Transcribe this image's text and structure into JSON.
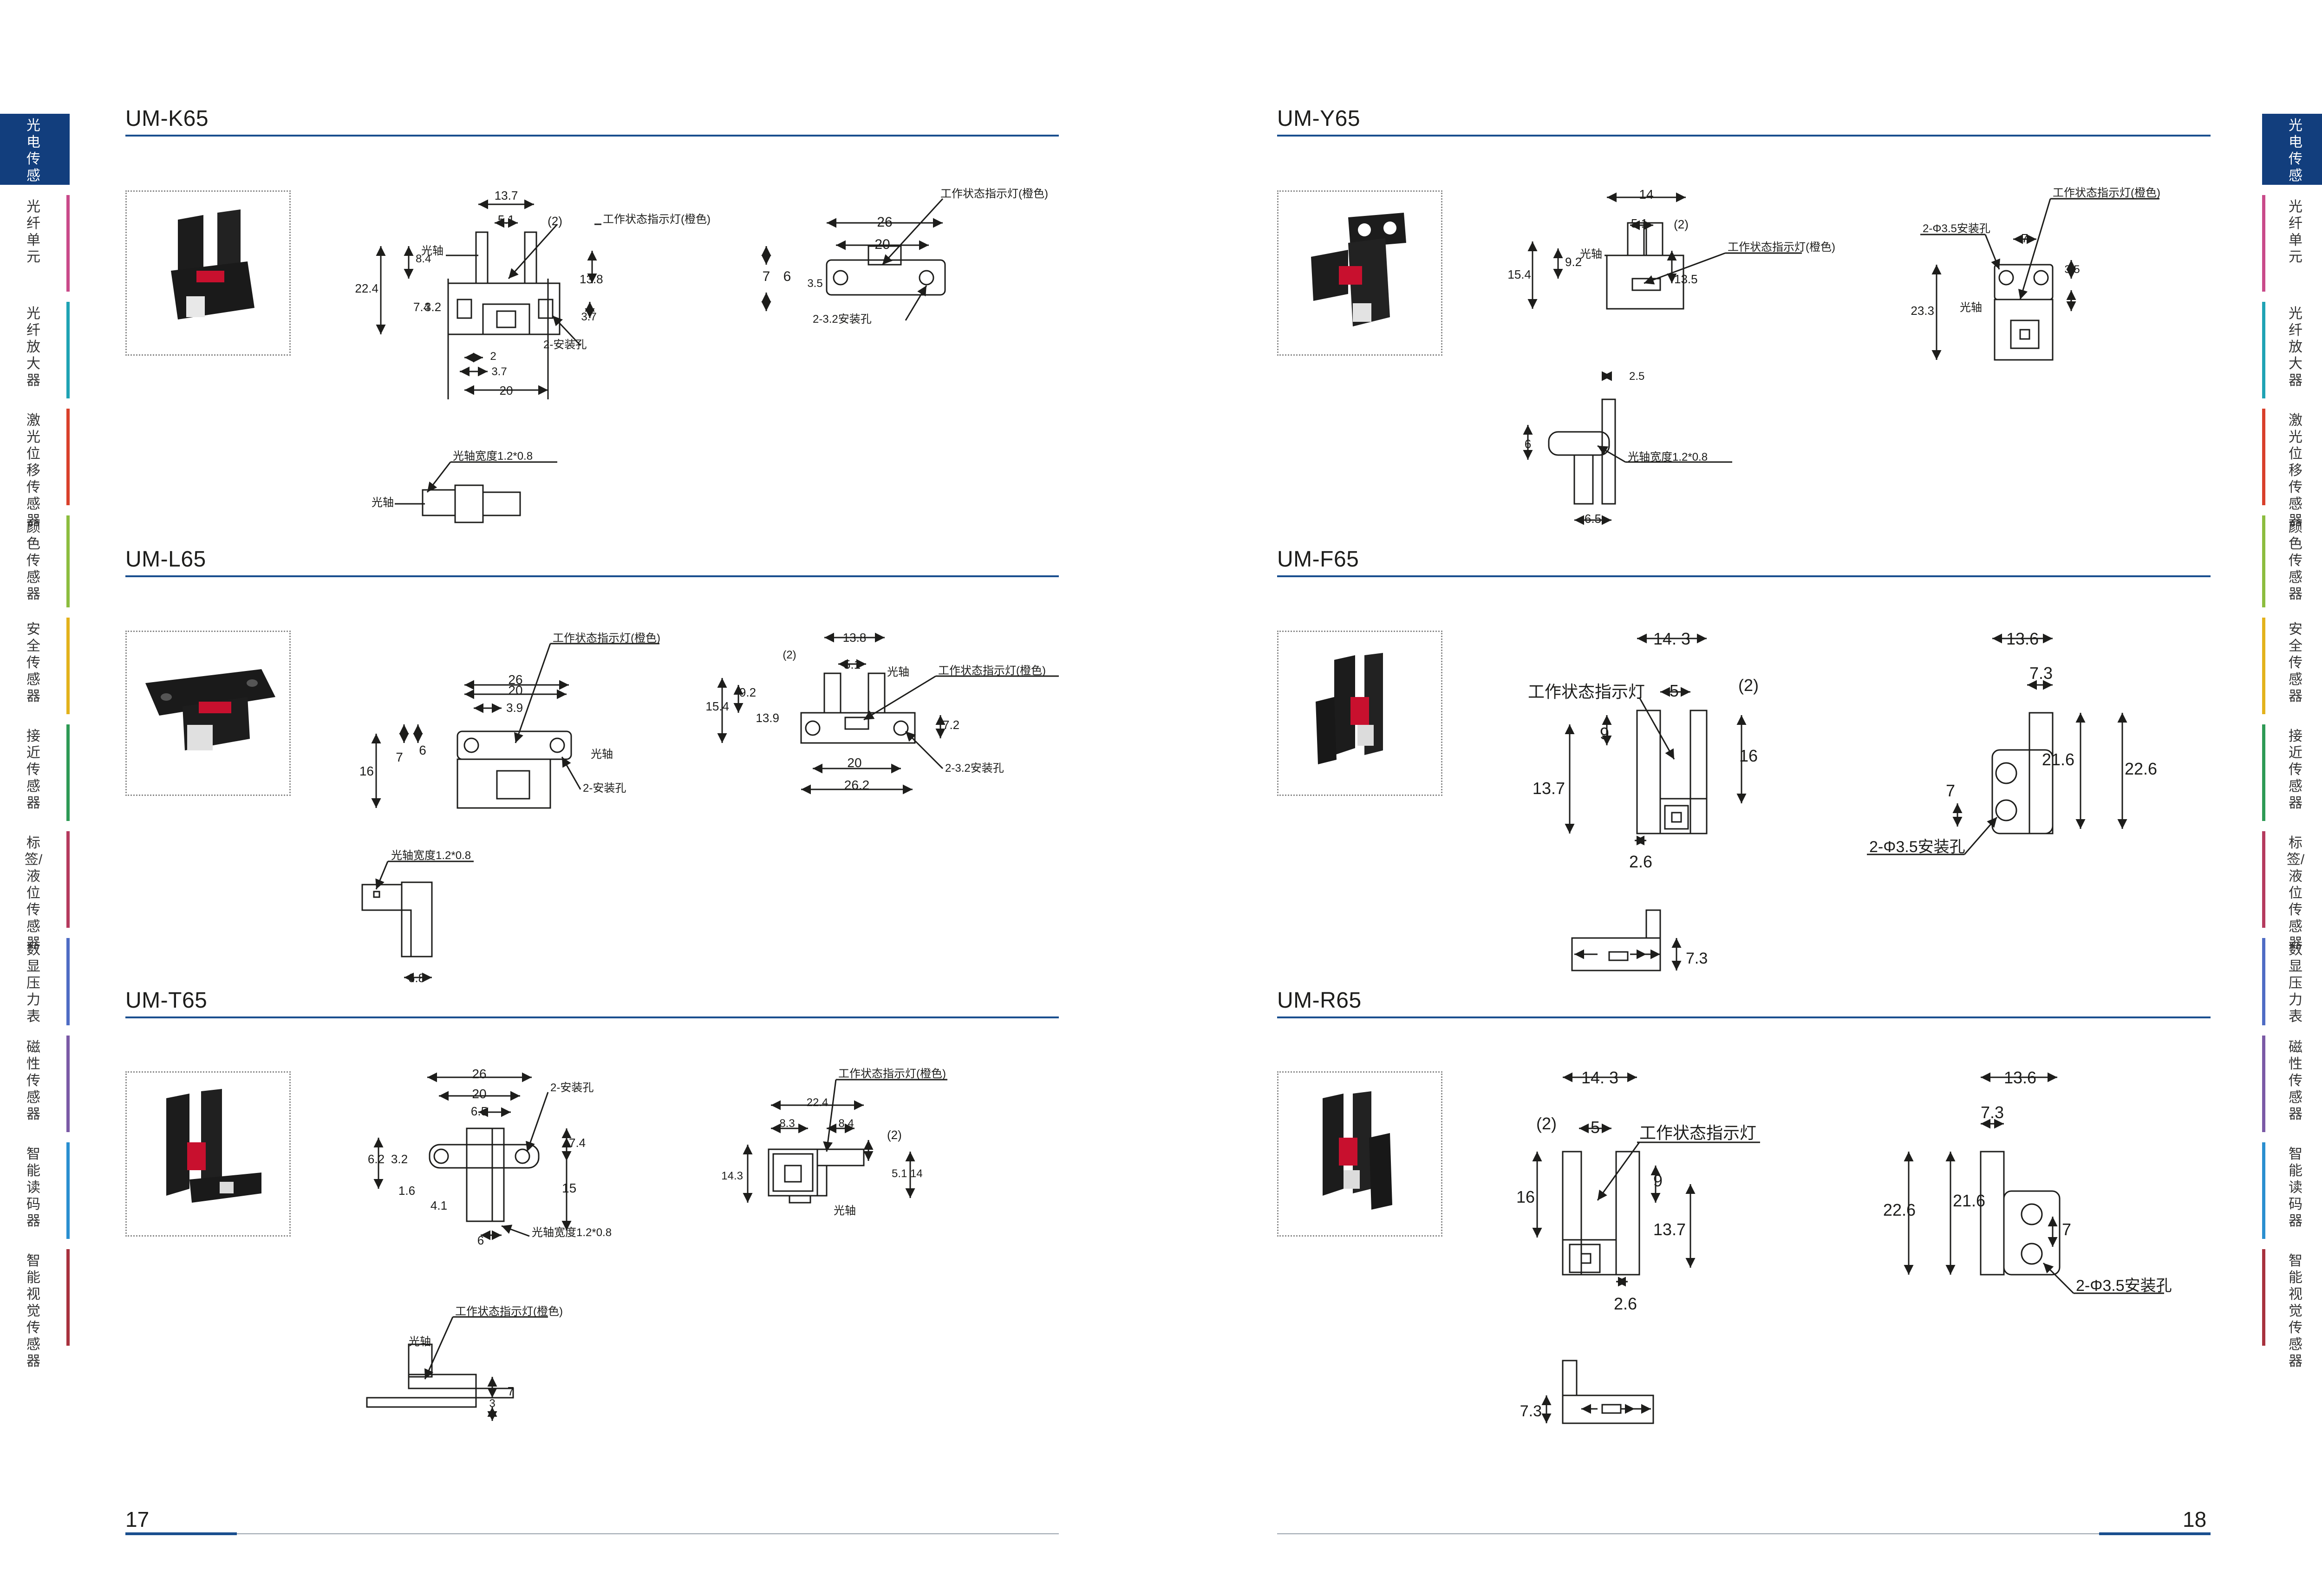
{
  "sidebar": {
    "items": [
      {
        "label": "光电传感器",
        "color": "#123e7d",
        "active": true
      },
      {
        "label": "光纤单元",
        "color": "#c94a8a"
      },
      {
        "label": "光纤放大器",
        "color": "#1fa3b4"
      },
      {
        "label": "激光位移传感器",
        "color": "#d9402b"
      },
      {
        "label": "颜色传感器",
        "color": "#8cbd3f"
      },
      {
        "label": "安全传感器",
        "color": "#e3b21c"
      },
      {
        "label": "接近传感器",
        "color": "#2e9a55"
      },
      {
        "label": "标签/液位传感器",
        "color": "#b53a5e"
      },
      {
        "label": "数显压力表",
        "color": "#4f6cc4"
      },
      {
        "label": "磁性传感器",
        "color": "#7b5aa6"
      },
      {
        "label": "智能读码器",
        "color": "#2a8fd0"
      },
      {
        "label": "智能视觉传感器",
        "color": "#a8323e"
      }
    ]
  },
  "sections": {
    "k65": {
      "title": "UM-K65"
    },
    "l65": {
      "title": "UM-L65"
    },
    "t65": {
      "title": "UM-T65"
    },
    "y65": {
      "title": "UM-Y65"
    },
    "f65": {
      "title": "UM-F65"
    },
    "r65": {
      "title": "UM-R65"
    }
  },
  "labels": {
    "indicator_orange": "工作状态指示灯(橙色)",
    "indicator": "工作状态指示灯",
    "optical_axis": "光轴",
    "axis_width": "光轴宽度1.2*0.8",
    "mount2": "2-安装孔",
    "mount32": "2-3.2安装孔",
    "mount35": "2-Φ3.5安装孔",
    "mount35b": "2-Φ3.5安装孔"
  },
  "dims": {
    "k65": [
      "13.7",
      "5.1",
      "(2)",
      "8.4",
      "22.4",
      "13.8",
      "7.4",
      "3.2",
      "3.7",
      "2",
      "3.7",
      "20",
      "26",
      "20",
      "7",
      "6",
      "3.5"
    ],
    "l65": [
      "26",
      "20",
      "3.9",
      "7",
      "6",
      "16",
      "13.8",
      "5.1",
      "(2)",
      "9.2",
      "15.4",
      "13.9",
      "20",
      "26.2",
      "7.2",
      "6.8"
    ],
    "t65": [
      "26",
      "20",
      "6.5",
      "7.4",
      "6.2",
      "3.2",
      "15",
      "1.6",
      "4.1",
      "6",
      "22.4",
      "8.3",
      "8.4",
      "(2)",
      "14.3",
      "5.1",
      "14",
      "7",
      "3"
    ],
    "y65": [
      "14",
      "5.1",
      "(2)",
      "9.2",
      "15.4",
      "13.5",
      "7",
      "3.5",
      "23.3",
      "2.5",
      "6",
      "6.5"
    ],
    "f65": [
      "14. 3",
      "5",
      "(2)",
      "9",
      "16",
      "13.7",
      "2.6",
      "13.6",
      "7.3",
      "21.6",
      "22.6",
      "7",
      "7.3"
    ],
    "r65": [
      "14. 3",
      "(2)",
      "5",
      "16",
      "9",
      "13.7",
      "2.6",
      "13.6",
      "7.3",
      "22.6",
      "21.6",
      "7",
      "7.3"
    ]
  },
  "pages": {
    "left": "17",
    "right": "18"
  }
}
